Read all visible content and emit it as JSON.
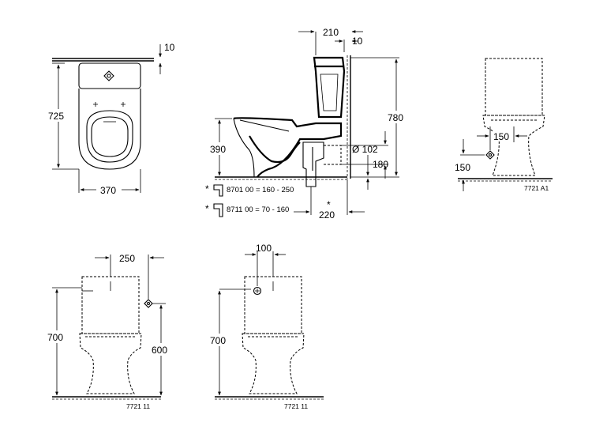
{
  "top_view": {
    "dim_width": "370",
    "dim_depth": "725",
    "dim_edge": "10"
  },
  "side_view": {
    "dim_tank_offset": "210",
    "dim_edge": "10",
    "dim_total_height": "780",
    "dim_outlet_height": "390",
    "dim_pipe_diameter": "Ø 102",
    "dim_pipe_height": "180",
    "dim_outlet_distance": "220",
    "asterisk_1": "*",
    "asterisk_2": "*",
    "asterisk_3": "*",
    "fitting_1": "8701 00 = 160 - 250",
    "fitting_2": "8711 00 = 70 - 160"
  },
  "front_view_a1": {
    "dim_width": "150",
    "dim_height": "150",
    "model": "7721 A1"
  },
  "front_view_11a": {
    "dim_offset": "250",
    "dim_total_height": "700",
    "dim_inlet_height": "600",
    "model": "7721 11"
  },
  "front_view_11b": {
    "dim_offset": "100",
    "dim_total_height": "700",
    "model": "7721 11"
  }
}
